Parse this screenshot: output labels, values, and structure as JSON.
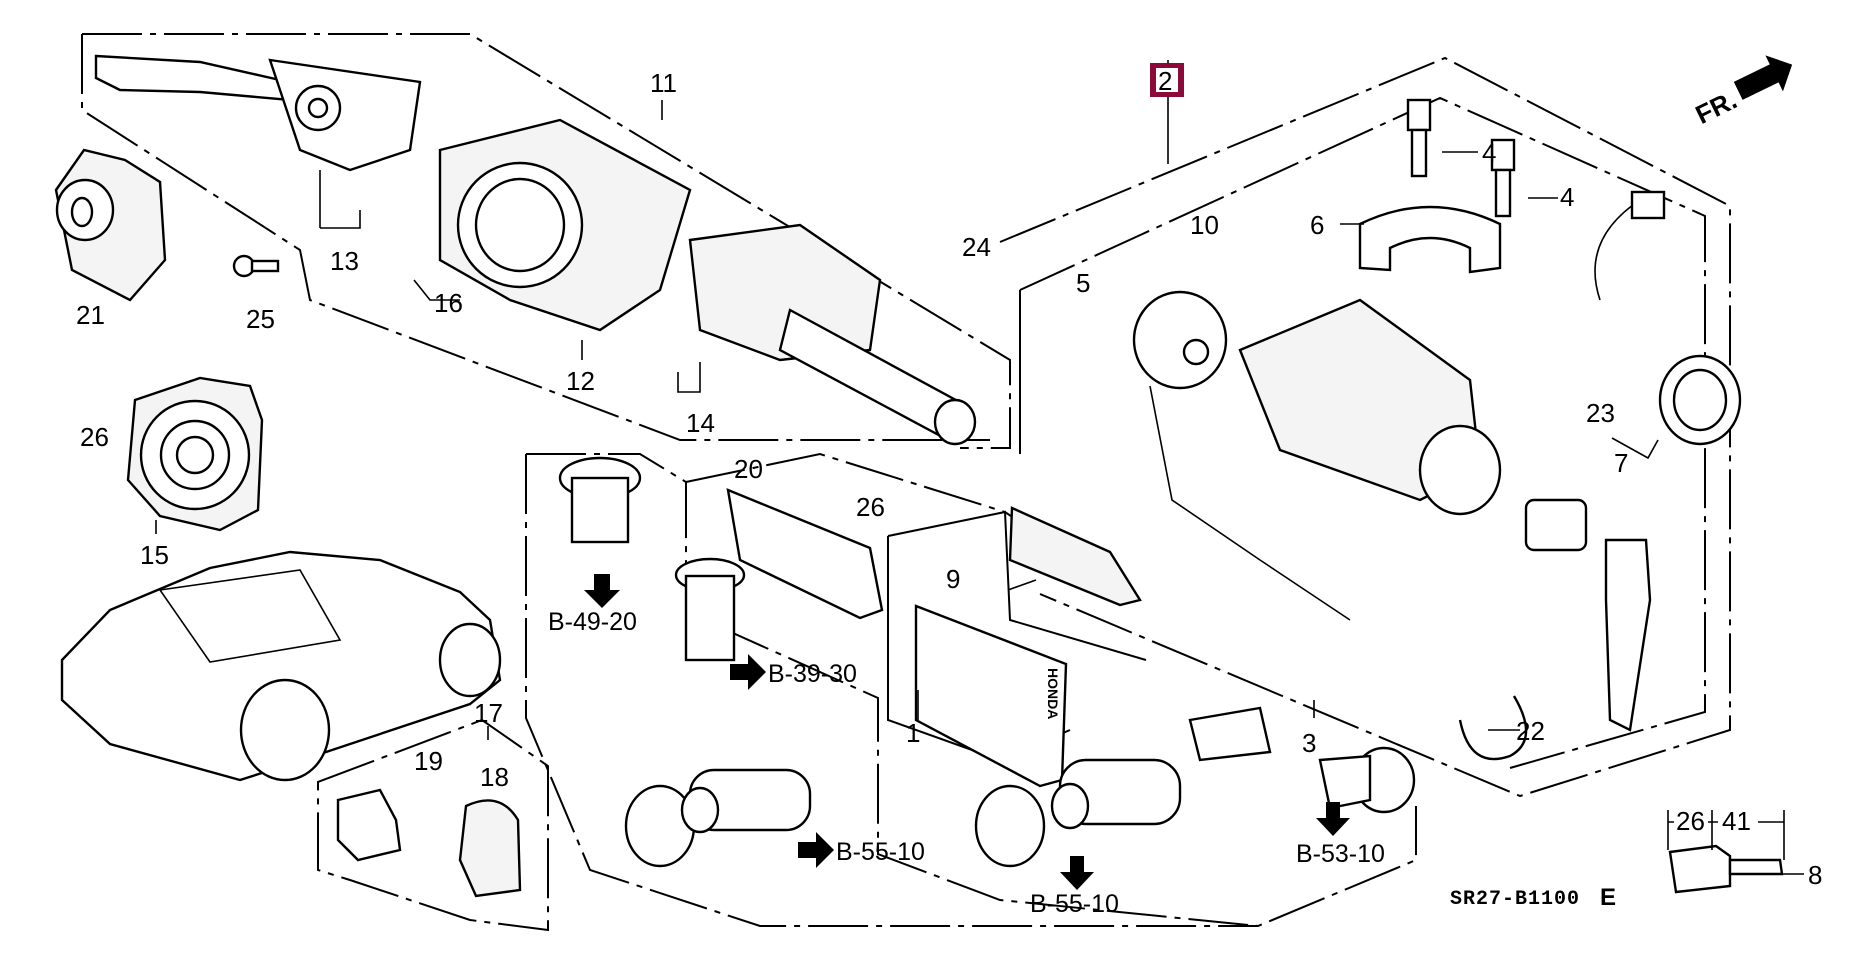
{
  "diagram": {
    "title": "Combination switch / key cylinder set parts diagram",
    "direction_label": "FR.",
    "drawing_code": "SR27-B1100",
    "drawing_code_suffix": "E",
    "highlight_color": "#8b0a3a",
    "highlighted_callout": "2",
    "callouts": {
      "c1": "1",
      "c2": "2",
      "c3": "3",
      "c4a": "4",
      "c4b": "4",
      "c5": "5",
      "c6": "6",
      "c7": "7",
      "c8": "8",
      "c9": "9",
      "c10": "10",
      "c11": "11",
      "c12": "12",
      "c13": "13",
      "c14": "14",
      "c15": "15",
      "c16": "16",
      "c17": "17",
      "c18": "18",
      "c19": "19",
      "c20": "20",
      "c21": "21",
      "c22": "22",
      "c23": "23",
      "c24": "24",
      "c25": "25",
      "c26a": "26",
      "c26b": "26"
    },
    "references": {
      "r1": "B-49-20",
      "r2": "B-39-30",
      "r3": "B-55-10",
      "r4": "B-55-10",
      "r5": "B-53-10"
    },
    "key_dimensions": {
      "head": "26",
      "blade": "41"
    },
    "key_brand_text": "HONDA"
  }
}
